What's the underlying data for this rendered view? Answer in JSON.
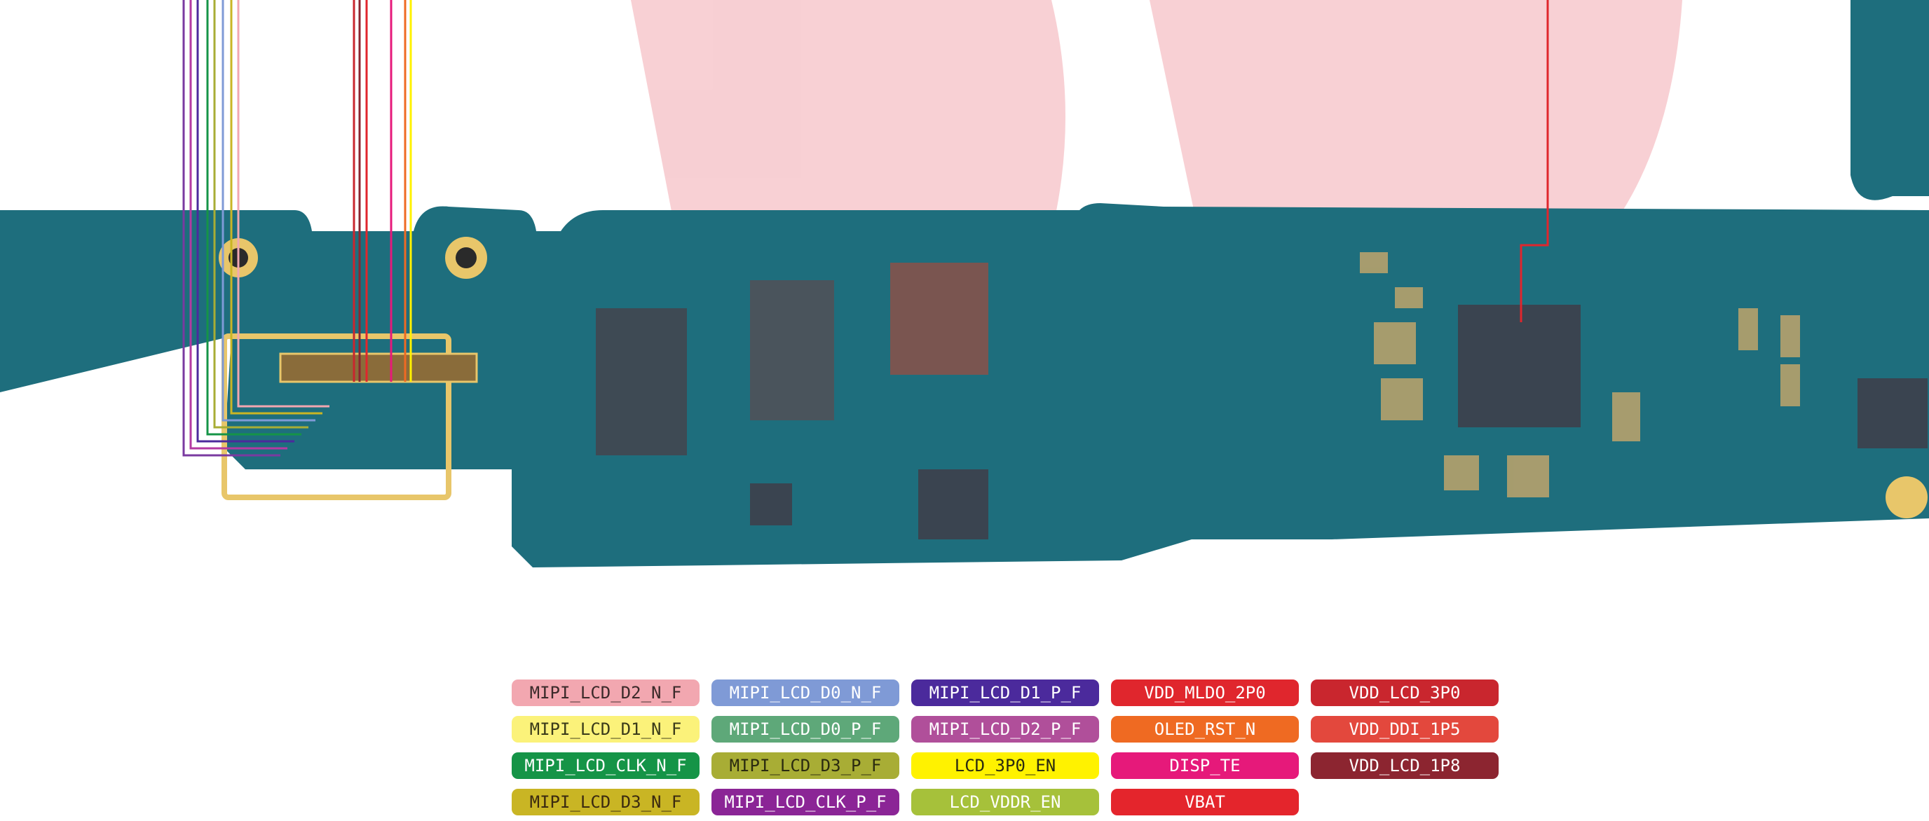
{
  "legend": [
    {
      "label": "MIPI_LCD_D2_N_F",
      "bg": "#f2a7b0",
      "fg": "#3b2a2a"
    },
    {
      "label": "MIPI_LCD_D0_N_F",
      "bg": "#7f9ad6",
      "fg": "#ffffff"
    },
    {
      "label": "MIPI_LCD_D1_P_F",
      "bg": "#4b2a9c",
      "fg": "#ffffff"
    },
    {
      "label": "VDD_MLDO_2P0",
      "bg": "#e0262d",
      "fg": "#ffffff"
    },
    {
      "label": "VDD_LCD_3P0",
      "bg": "#c9262e",
      "fg": "#ffffff"
    },
    {
      "label": "MIPI_LCD_D1_N_F",
      "bg": "#fbf27a",
      "fg": "#3b3b1a"
    },
    {
      "label": "MIPI_LCD_D0_P_F",
      "bg": "#5ea879",
      "fg": "#ffffff"
    },
    {
      "label": "MIPI_LCD_D2_P_F",
      "bg": "#b04f9a",
      "fg": "#ffffff"
    },
    {
      "label": "OLED_RST_N",
      "bg": "#ef6a22",
      "fg": "#ffffff"
    },
    {
      "label": "VDD_DDI_1P5",
      "bg": "#e3483d",
      "fg": "#ffffff"
    },
    {
      "label": "MIPI_LCD_CLK_N_F",
      "bg": "#159447",
      "fg": "#ffffff"
    },
    {
      "label": "MIPI_LCD_D3_P_F",
      "bg": "#a8ad35",
      "fg": "#2b2b10"
    },
    {
      "label": "LCD_3P0_EN",
      "bg": "#fff200",
      "fg": "#2b2b10"
    },
    {
      "label": "DISP_TE",
      "bg": "#e6197a",
      "fg": "#ffffff"
    },
    {
      "label": "VDD_LCD_1P8",
      "bg": "#8c2530",
      "fg": "#ffffff"
    },
    {
      "label": "MIPI_LCD_D3_N_F",
      "bg": "#c9b524",
      "fg": "#3b2a10"
    },
    {
      "label": "MIPI_LCD_CLK_P_F",
      "bg": "#8b2596",
      "fg": "#ffffff"
    },
    {
      "label": "LCD_VDDR_EN",
      "bg": "#a6c13a",
      "fg": "#ffffff"
    },
    {
      "label": "VBAT",
      "bg": "#e4252c",
      "fg": "#ffffff"
    }
  ],
  "board_colors": {
    "pcb": "#1e6e7d",
    "pcb_dark": "#15525c",
    "gold": "#e8c66a",
    "chip": "#3e4a54",
    "watermark": "#f2a9b0"
  },
  "trace_colors": [
    "#7a3aa0",
    "#b33aa2",
    "#4b2a9c",
    "#159447",
    "#a8ad35",
    "#7f9ad6",
    "#c9b524",
    "#e0262d",
    "#c9262e",
    "#8c2530",
    "#e6197a",
    "#ef6a22"
  ]
}
